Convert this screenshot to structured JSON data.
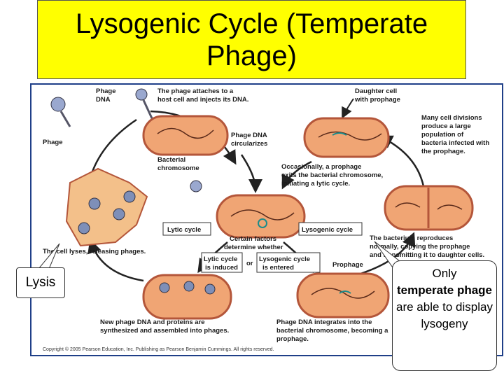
{
  "title": {
    "line1": "Lysogenic Cycle (Temperate",
    "line2": "Phage)"
  },
  "diagram": {
    "phage_dna": "Phage",
    "phage_dna2": "DNA",
    "attach1": "The phage attaches to a",
    "attach2": "host cell and injects its DNA.",
    "daughter1": "Daughter cell",
    "daughter2": "with prophage",
    "phage": "Phage",
    "circ1": "Phage DNA",
    "circ2": "circularizes",
    "many1": "Many cell divisions",
    "many2": "produce a large",
    "many3": "population of",
    "many4": "bacteria infected with",
    "many5": "the prophage.",
    "bact1": "Bacterial",
    "bact2": "chromosome",
    "occ1": "Occasionally, a prophage",
    "occ2": "exits the bacterial chromosome,",
    "occ3": "initiating a lytic cycle.",
    "lytic_cycle": "Lytic cycle",
    "lysogenic_cycle": "Lysogenic cycle",
    "repro1": "The bacterium reproduces",
    "repro2": "normally, copying the prophage",
    "repro3": "and transmitting it to daughter cells.",
    "certain1": "Certain factors",
    "certain2": "determine whether",
    "lyses": "The cell lyses, releasing phages.",
    "lytic_induced1": "Lytic cycle",
    "lytic_induced2": "is induced",
    "or": "or",
    "lyso_entered1": "Lysogenic cycle",
    "lyso_entered2": "is entered",
    "prophage": "Prophage",
    "new1": "New phage DNA and proteins are",
    "new2": "synthesized and assembled into phages.",
    "integ1": "Phage DNA integrates into the",
    "integ2": "bacterial chromosome, becoming a",
    "integ3": "prophage.",
    "copyright": "Copyright © 2005 Pearson Education, Inc. Publishing as Pearson Benjamin Cummings. All rights reserved."
  },
  "callouts": {
    "lysis": "Lysis",
    "temperate": {
      "pre": "Only",
      "bold": "temperate phage",
      "post": "are able to display lysogeny"
    }
  },
  "colors": {
    "title_bg": "#ffff00",
    "cell_fill": "#f0a574",
    "cell_border": "#b4563a",
    "phage_dna": "#1a8c8c",
    "frame": "#1f3f88"
  }
}
